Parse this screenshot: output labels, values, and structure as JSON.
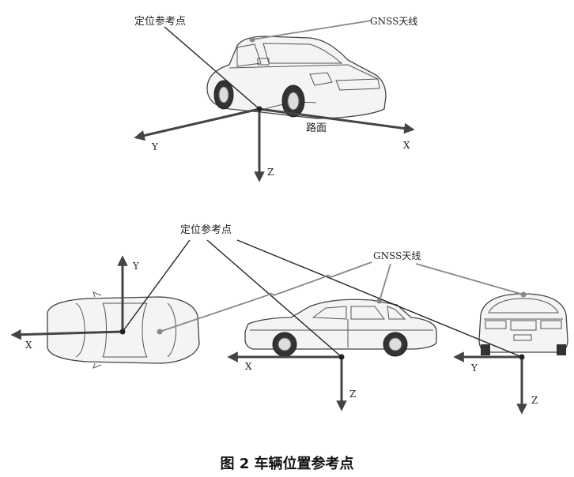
{
  "top": {
    "ref_point_label": "定位参考点",
    "gnss_label": "GNSS天线",
    "road_label": "路面",
    "axis_x": "X",
    "axis_y": "Y",
    "axis_z": "Z"
  },
  "bottom": {
    "ref_point_label": "定位参考点",
    "gnss_label": "GNSS天线",
    "plan_view": {
      "axis_x": "X",
      "axis_y": "Y"
    },
    "side_view": {
      "axis_x": "X",
      "axis_z": "Z"
    },
    "front_view": {
      "axis_y": "Y",
      "axis_z": "Z"
    }
  },
  "caption": "图 2  车辆位置参考点",
  "colors": {
    "axis": "#444444",
    "leader": "#222222",
    "gnss_leader": "#888888"
  }
}
